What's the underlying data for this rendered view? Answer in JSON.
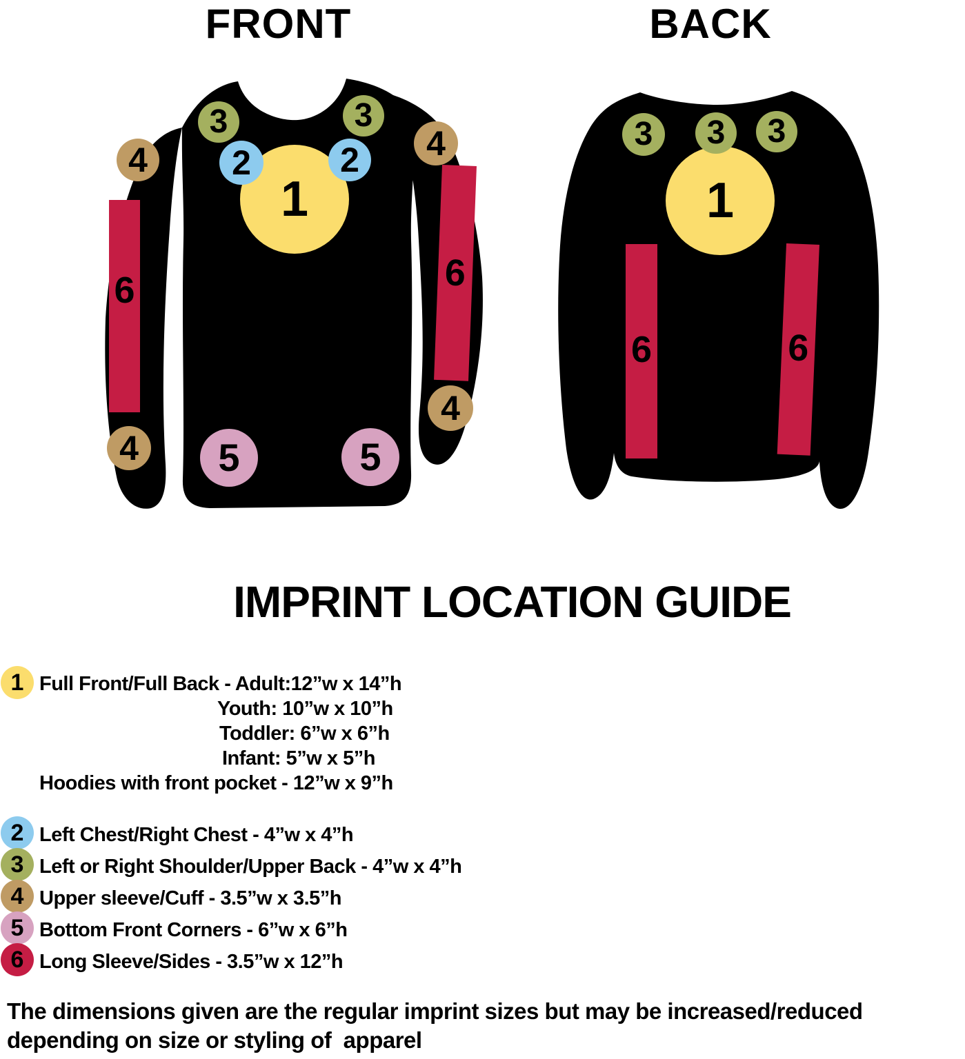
{
  "titles": {
    "front": "FRONT",
    "back": "BACK"
  },
  "heading": "IMPRINT LOCATION GUIDE",
  "colors": {
    "location1_yellow": "#FBDD6D",
    "location2_blue": "#8DCBEE",
    "location3_olive": "#A4B05F",
    "location4_tan": "#BF9B64",
    "location5_pink": "#D7A2C0",
    "location6_red": "#C51D44",
    "shirt": "#000000",
    "background": "#FFFFFF"
  },
  "markers": {
    "front": {
      "full_front": "1",
      "chest_left": "2",
      "chest_right": "2",
      "shoulder_left": "3",
      "shoulder_right": "3",
      "upper_sleeve_left": "4",
      "upper_sleeve_right": "4",
      "cuff_left": "4",
      "cuff_right": "4",
      "bottom_corner_left": "5",
      "bottom_corner_right": "5",
      "long_sleeve_left": "6",
      "long_sleeve_right": "6"
    },
    "back": {
      "full_back": "1",
      "shoulder_left": "3",
      "upper_back_center": "3",
      "shoulder_right": "3",
      "side_left": "6",
      "side_right": "6"
    }
  },
  "legend": {
    "items": [
      {
        "number": "1",
        "lines": [
          "Full Front/Full Back - Adult:12”w x 14”h",
          "Youth: 10”w x 10”h",
          "Toddler: 6”w x 6”h",
          "Infant: 5”w x 5”h",
          "Hoodies with front pocket - 12”w x 9”h"
        ]
      },
      {
        "number": "2",
        "text": "Left Chest/Right Chest - 4”w x 4”h"
      },
      {
        "number": "3",
        "text": "Left or Right Shoulder/Upper Back - 4”w x 4”h"
      },
      {
        "number": "4",
        "text": "Upper sleeve/Cuff - 3.5”w x 3.5”h"
      },
      {
        "number": "5",
        "text": "Bottom Front Corners - 6”w x 6”h"
      },
      {
        "number": "6",
        "text": "Long Sleeve/Sides - 3.5”w x 12”h"
      }
    ]
  },
  "footer": {
    "line1": "The dimensions given are the regular imprint sizes but may be increased/reduced",
    "line2": "depending on size or styling of  apparel"
  }
}
